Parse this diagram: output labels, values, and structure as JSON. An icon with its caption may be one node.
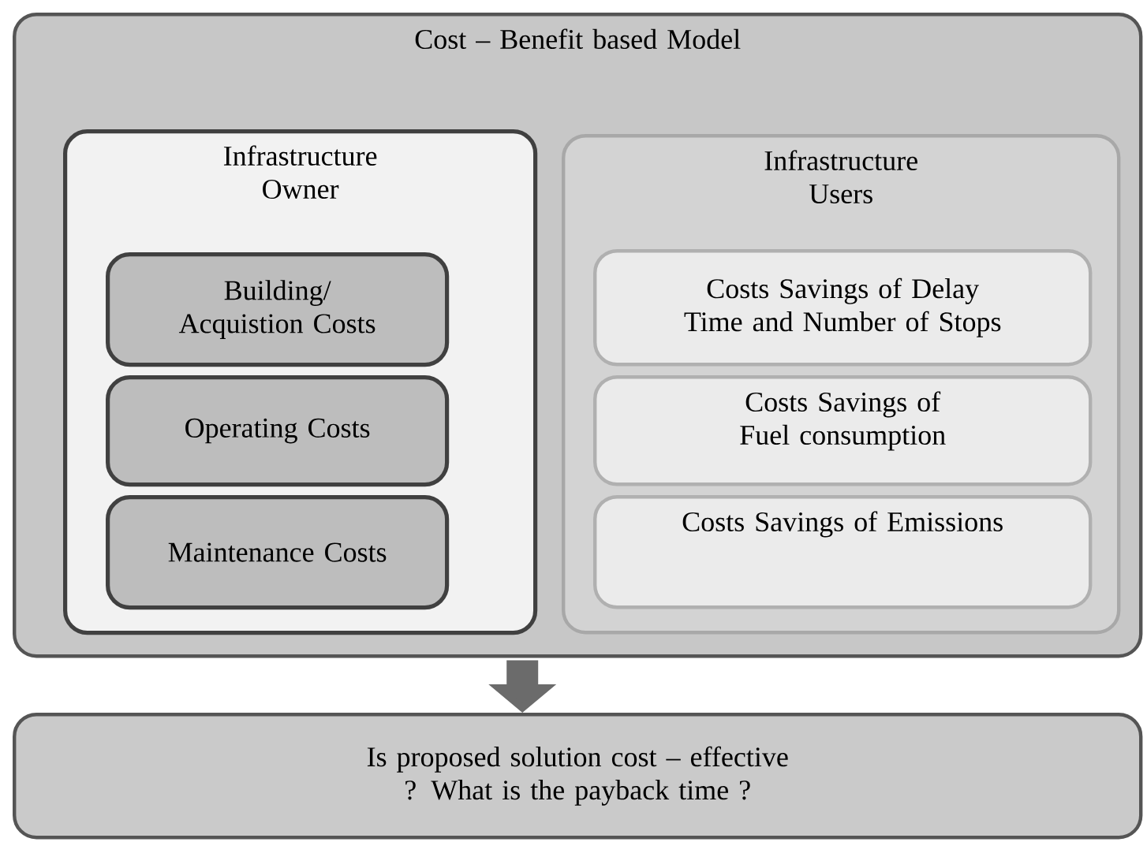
{
  "diagram": {
    "nodes": [
      {
        "text": [
          "Cost – Benefit based Model"
        ]
      },
      {
        "text": [
          "Infrastructure Owner"
        ],
        "in": 0
      },
      {
        "text": [
          "Building/ Acquistion Costs"
        ],
        "in": 1
      },
      {
        "text": [
          "Operating Costs"
        ],
        "in": 1
      },
      {
        "text": [
          "Maintenance Costs"
        ],
        "in": 1
      },
      {
        "text": [
          "Infrastructure Users"
        ],
        "in": 0
      },
      {
        "text": [
          "Costs Savings of Delay Time and Number of Stops"
        ],
        "in": 5
      },
      {
        "text": [
          "Costs Savings of Fuel consumption"
        ],
        "in": 5
      },
      {
        "text": [
          "Costs Savings of Emissions"
        ],
        "in": 5
      },
      {
        "text": [
          "Is proposed solution cost – effective ? What is the payback time ?"
        ]
      }
    ],
    "edges": [
      {
        "from": 0,
        "to": 9,
        "arrow": "to"
      }
    ]
  }
}
